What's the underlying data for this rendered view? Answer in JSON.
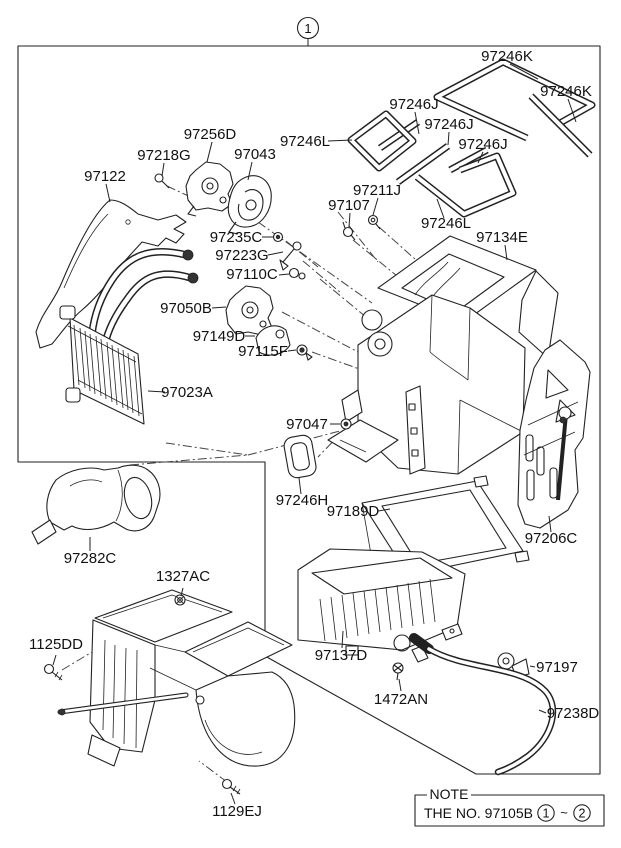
{
  "figure_callout": {
    "number": "1"
  },
  "parts": [
    {
      "label": "97246K"
    },
    {
      "label": "97246K"
    },
    {
      "label": "97246J"
    },
    {
      "label": "97246J"
    },
    {
      "label": "97246J"
    },
    {
      "label": "97246L"
    },
    {
      "label": "97256D"
    },
    {
      "label": "97218G"
    },
    {
      "label": "97043"
    },
    {
      "label": "97122"
    },
    {
      "label": "97211J"
    },
    {
      "label": "97107"
    },
    {
      "label": "97246L"
    },
    {
      "label": "97134E"
    },
    {
      "label": "97235C"
    },
    {
      "label": "97223G"
    },
    {
      "label": "97110C"
    },
    {
      "label": "97050B"
    },
    {
      "label": "97149D"
    },
    {
      "label": "97115F"
    },
    {
      "label": "97023A"
    },
    {
      "label": "97047"
    },
    {
      "label": "97246H"
    },
    {
      "label": "97189D"
    },
    {
      "label": "97206C"
    },
    {
      "label": "97282C"
    },
    {
      "label": "1327AC"
    },
    {
      "label": "1125DD"
    },
    {
      "label": "97137D"
    },
    {
      "label": "1472AN"
    },
    {
      "label": "97197"
    },
    {
      "label": "97238D"
    },
    {
      "label": "1129EJ"
    }
  ],
  "note": {
    "title": "NOTE",
    "text_prefix": "THE NO. 97105B :",
    "range_start": "1",
    "range_separator": "~",
    "range_end": "2"
  },
  "colors": {
    "line": "#222222",
    "background": "#ffffff"
  }
}
